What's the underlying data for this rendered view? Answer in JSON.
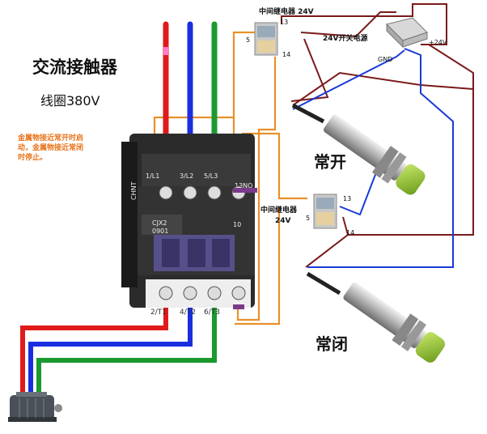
{
  "title": "交流接触器",
  "coil_label": "线圈380V",
  "note_lines": [
    "金属物接近常开时启",
    "动，金属物接近常闭",
    "时停止。"
  ],
  "relay_top": {
    "title": "中间继电器 24V",
    "pin13": "13",
    "pin5": "5",
    "pin14": "14"
  },
  "relay_bottom": {
    "title_line1": "中间继电器",
    "title_line2": "24V",
    "pin13": "13",
    "pin5": "5",
    "pin14": "14"
  },
  "power_supply": {
    "label": "24V开关电源",
    "gnd": "GND",
    "plus24": "+24V"
  },
  "sensor_no": {
    "label": "常开"
  },
  "sensor_nc": {
    "label": "常闭"
  },
  "contactor": {
    "brand": "CHNT",
    "model_line1": "CJX2",
    "model_line2": "0901",
    "aux_no": "13NO",
    "aux_number": "10",
    "top_terminals": [
      "1/L1",
      "3/L2",
      "5/L3"
    ],
    "bottom_terminals": [
      "2/T1",
      "4/T2",
      "6/T3"
    ]
  },
  "colors": {
    "phase_l1": "#e01a1a",
    "phase_l2": "#1a2ee0",
    "phase_l3": "#1a9a2e",
    "control": "#e8902a",
    "sensor_brown": "#7a1a1a",
    "sensor_blue": "#1a3ad8",
    "sensor_head": "#9ccc3c"
  },
  "icons": [
    "motor-icon",
    "relay-icon",
    "power-supply-icon",
    "proximity-sensor-icon",
    "contactor-icon"
  ]
}
